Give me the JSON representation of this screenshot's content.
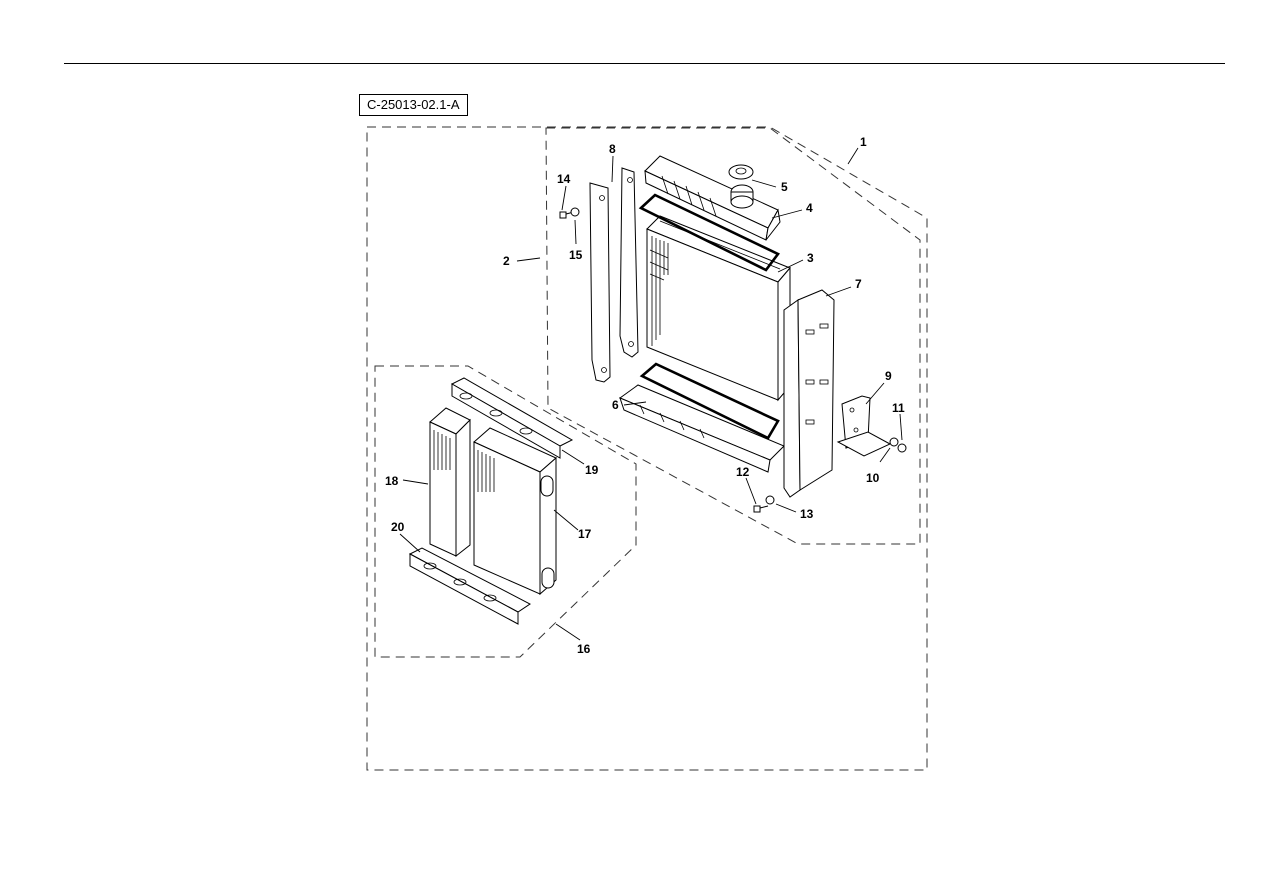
{
  "figure_id": "C-25013-02.1-A",
  "callouts": [
    {
      "num": "1"
    },
    {
      "num": "2"
    },
    {
      "num": "3"
    },
    {
      "num": "4"
    },
    {
      "num": "5"
    },
    {
      "num": "6"
    },
    {
      "num": "7"
    },
    {
      "num": "8"
    },
    {
      "num": "9"
    },
    {
      "num": "10"
    },
    {
      "num": "11"
    },
    {
      "num": "12"
    },
    {
      "num": "13"
    },
    {
      "num": "14"
    },
    {
      "num": "15"
    },
    {
      "num": "16"
    },
    {
      "num": "17"
    },
    {
      "num": "18"
    },
    {
      "num": "19"
    },
    {
      "num": "20"
    }
  ]
}
